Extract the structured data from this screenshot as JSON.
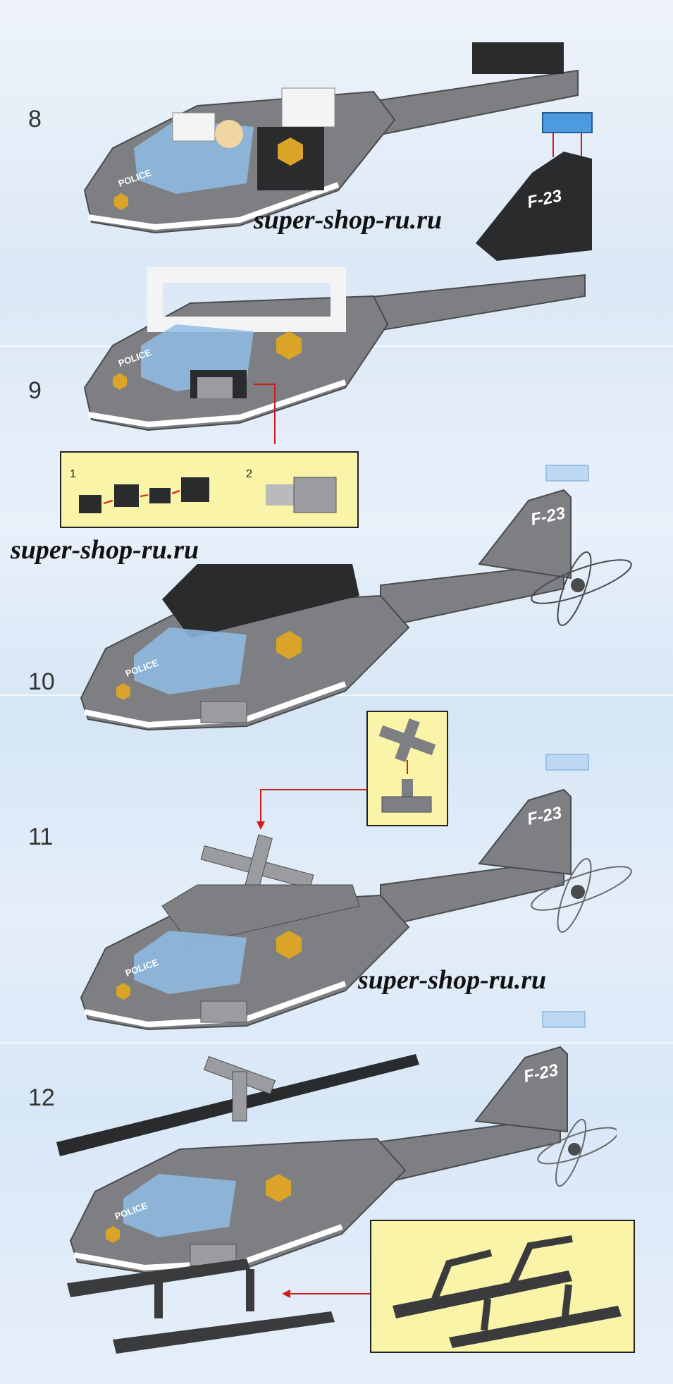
{
  "steps": [
    {
      "number": "8"
    },
    {
      "number": "9"
    },
    {
      "number": "10"
    },
    {
      "number": "11"
    },
    {
      "number": "12"
    }
  ],
  "watermark": "super-shop-ru.ru",
  "fuselage_text": "POLICE",
  "tail_text": "F-23",
  "substeps": [
    "1",
    "2"
  ],
  "colors": {
    "body": "#7d7f82",
    "body_dark": "#5f6164",
    "black_part": "#2a2b2d",
    "windshield": "#8fbde6",
    "badge": "#d9a428",
    "callout_bg": "#faf4a8",
    "arrow": "#d11a1a",
    "new_blue_part": "#4f9be0"
  }
}
